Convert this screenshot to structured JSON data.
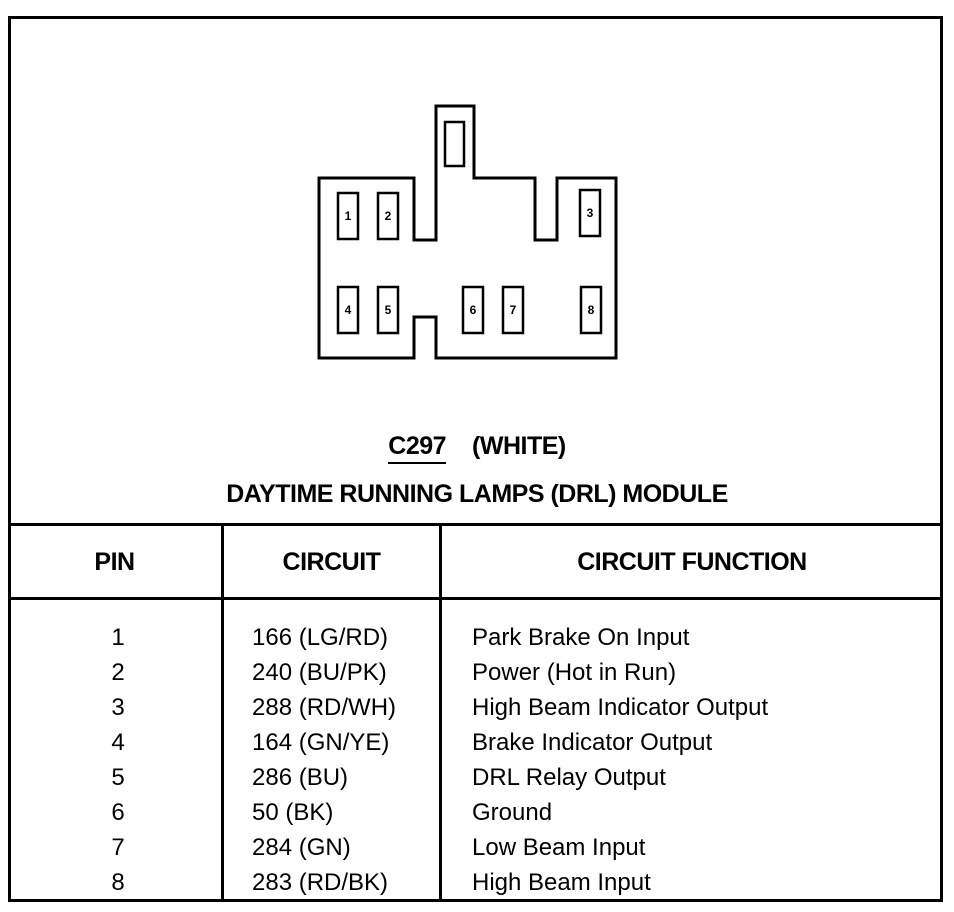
{
  "connector": {
    "id": "C297",
    "color": "(WHITE)",
    "module": "DAYTIME RUNNING LAMPS (DRL) MODULE",
    "pin_labels": [
      "1",
      "2",
      "3",
      "4",
      "5",
      "6",
      "7",
      "8"
    ]
  },
  "table": {
    "headers": {
      "pin": "PIN",
      "circuit": "CIRCUIT",
      "function": "CIRCUIT FUNCTION"
    },
    "rows": [
      {
        "pin": "1",
        "circuit": "166 (LG/RD)",
        "function": "Park Brake On Input"
      },
      {
        "pin": "2",
        "circuit": "240 (BU/PK)",
        "function": "Power (Hot in Run)"
      },
      {
        "pin": "3",
        "circuit": "288 (RD/WH)",
        "function": "High Beam Indicator Output"
      },
      {
        "pin": "4",
        "circuit": "164 (GN/YE)",
        "function": "Brake Indicator Output"
      },
      {
        "pin": "5",
        "circuit": "286 (BU)",
        "function": "DRL Relay Output"
      },
      {
        "pin": "6",
        "circuit": "50 (BK)",
        "function": "Ground"
      },
      {
        "pin": "7",
        "circuit": "284 (GN)",
        "function": "Low Beam Input"
      },
      {
        "pin": "8",
        "circuit": "283 (RD/BK)",
        "function": "High Beam Input"
      }
    ]
  }
}
